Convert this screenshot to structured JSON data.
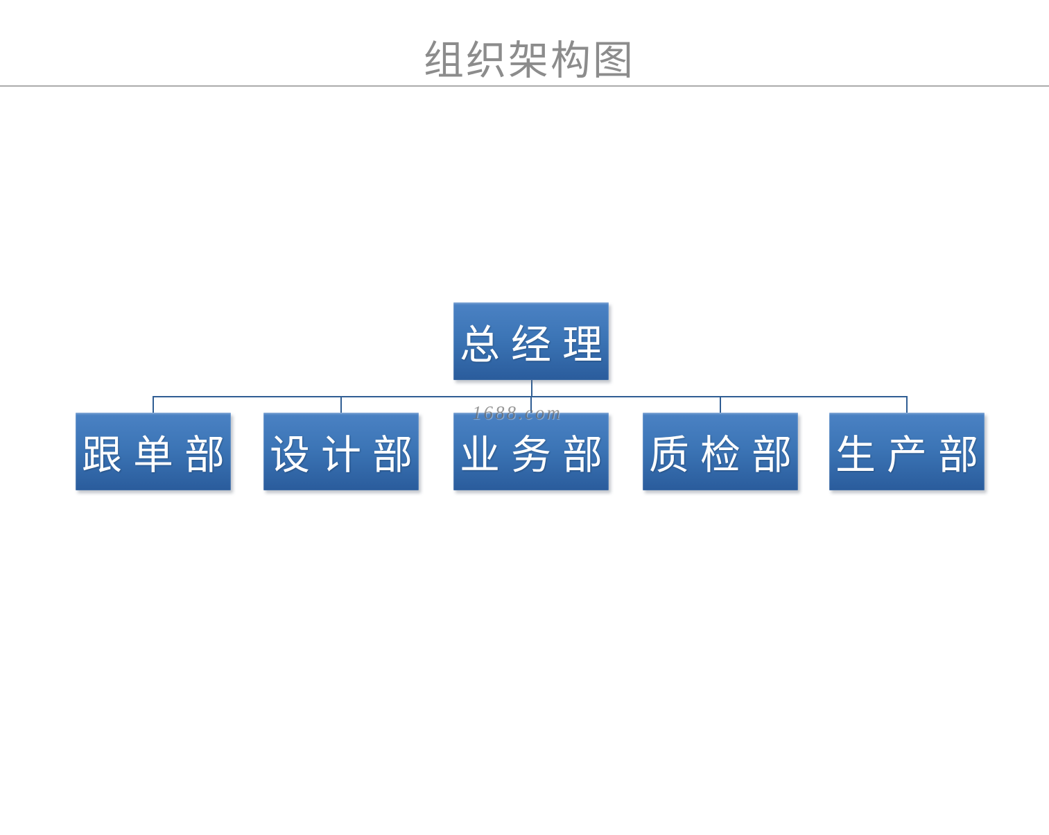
{
  "page": {
    "title": "组织架构图",
    "watermark": "1688.com"
  },
  "colors": {
    "title-color": "#8c8c8c",
    "divider-color": "#ababab",
    "node-top": "#4b82c4",
    "node-mid": "#3c75b6",
    "node-bottom": "#2a5c9c",
    "node-text": "#ffffff",
    "connector": "#2f5d93",
    "watermark-color": "#6e6e6e"
  },
  "org": {
    "root": {
      "label": "总经理"
    },
    "children": [
      {
        "label": "跟单部"
      },
      {
        "label": "设计部"
      },
      {
        "label": "业务部"
      },
      {
        "label": "质检部"
      },
      {
        "label": "生产部"
      }
    ]
  }
}
